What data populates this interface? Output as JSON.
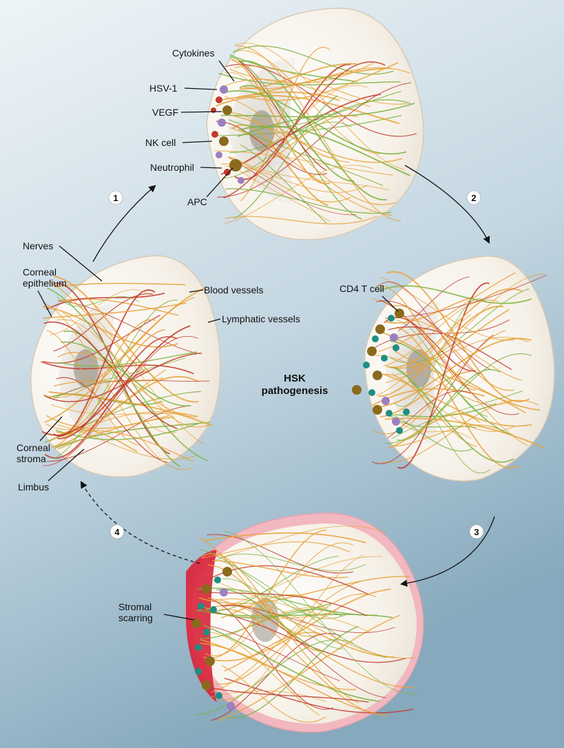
{
  "diagram": {
    "center_title": [
      "HSK",
      "pathogenesis"
    ],
    "steps": [
      "1",
      "2",
      "3",
      "4"
    ],
    "labels": {
      "cytokines": "Cytokines",
      "hsv1": "HSV-1",
      "vegf": "VEGF",
      "nk_cell": "NK cell",
      "neutrophil": "Neutrophil",
      "apc": "APC",
      "nerves": "Nerves",
      "corneal_epithelium": [
        "Corneal",
        "epithelium"
      ],
      "blood_vessels": "Blood vessels",
      "lymphatic_vessels": "Lymphatic vessels",
      "corneal_stroma": [
        "Corneal",
        "stroma"
      ],
      "limbus": "Limbus",
      "cd4_t_cell": "CD4 T cell",
      "stromal_scarring": [
        "Stromal",
        "scarring"
      ]
    },
    "colors": {
      "background_top": "#e6eff4",
      "background_bottom": "#8eb0c4",
      "eye_shell": "#fbf7f0",
      "eye_inner_shadow": "#b9b4ac",
      "nerve": "#e8a23a",
      "blood_vessel": "#c0392b",
      "lymphatic_vessel": "#7cb342",
      "t_cell": "#1e8f83",
      "apc_cell": "#8a6a1c",
      "cytokine": "#9b7fc1",
      "scar_red": "#d8243a",
      "scar_pink": "#ef9aa8"
    }
  }
}
